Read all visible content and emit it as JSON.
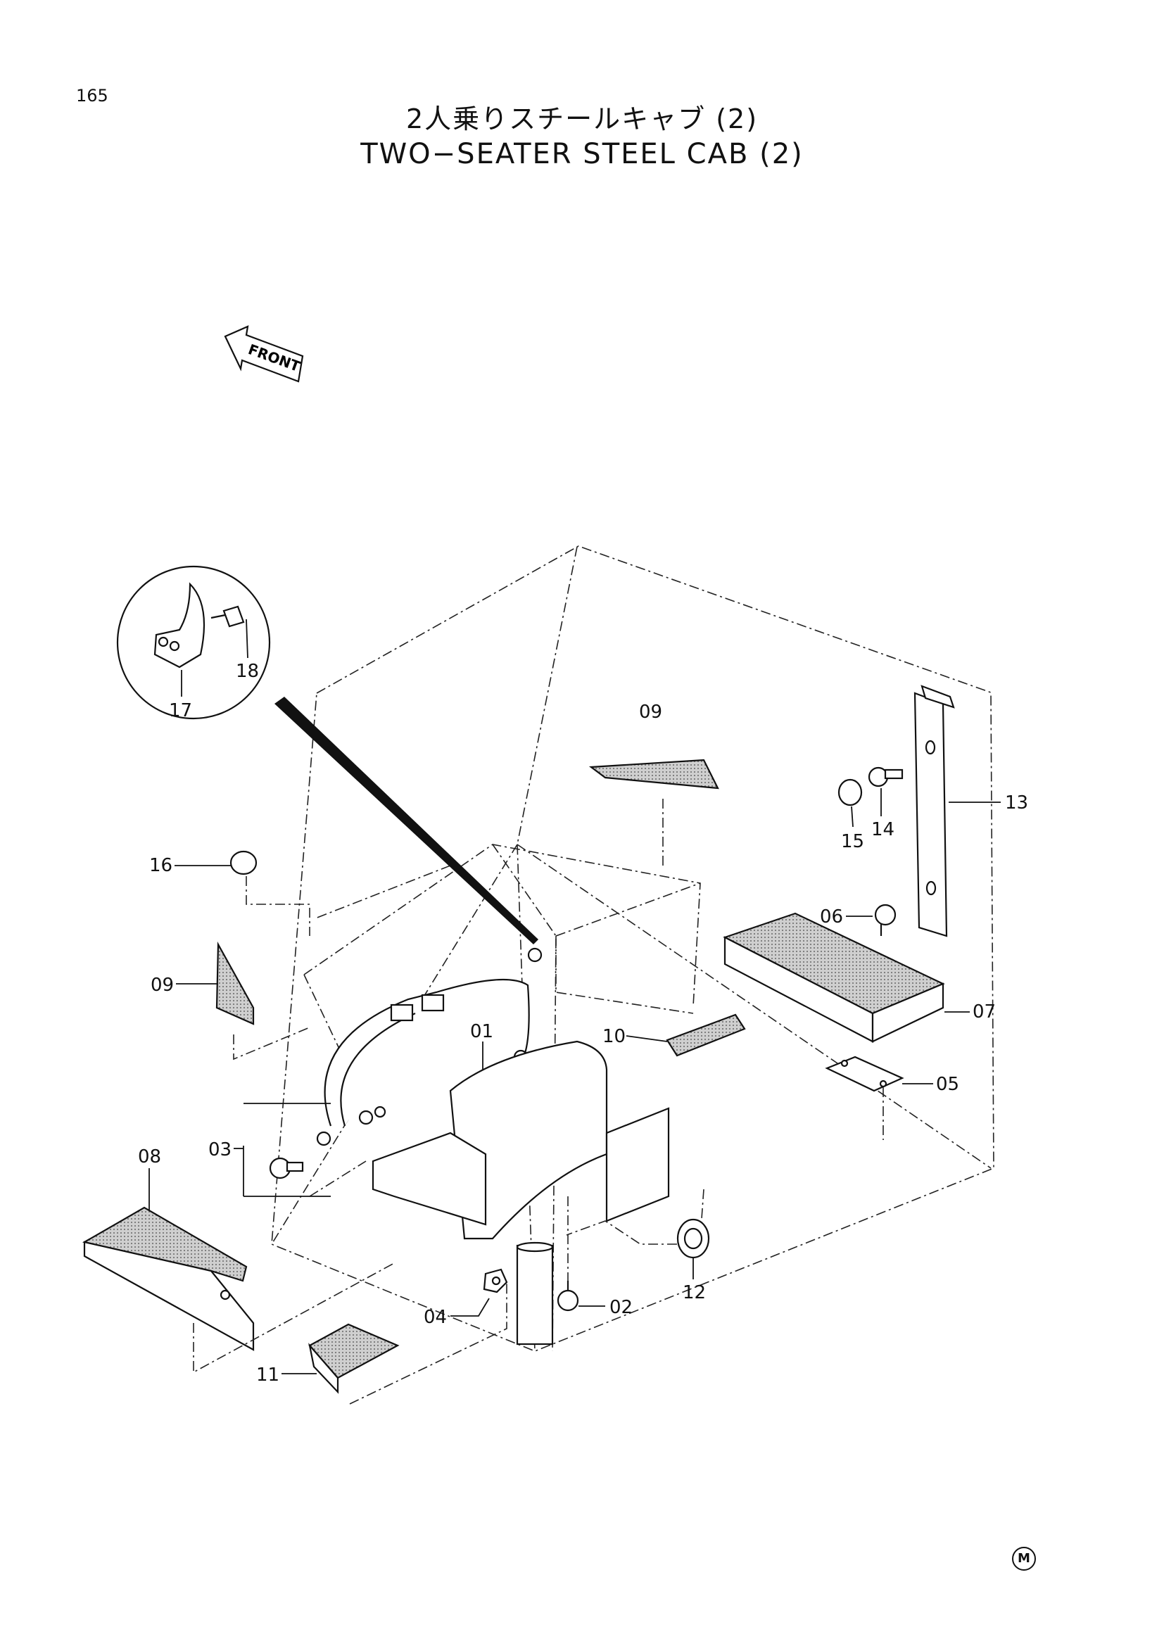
{
  "page_number": "165",
  "title_jp": "2人乗りスチールキャブ (2)",
  "title_en": "TWO−SEATER STEEL CAB (2)",
  "front_label": "FRONT",
  "callouts": [
    "01",
    "02",
    "03",
    "04",
    "05",
    "06",
    "07",
    "08",
    "09",
    "09",
    "10",
    "11",
    "12",
    "13",
    "14",
    "15",
    "16",
    "17",
    "18"
  ],
  "mark": "M"
}
